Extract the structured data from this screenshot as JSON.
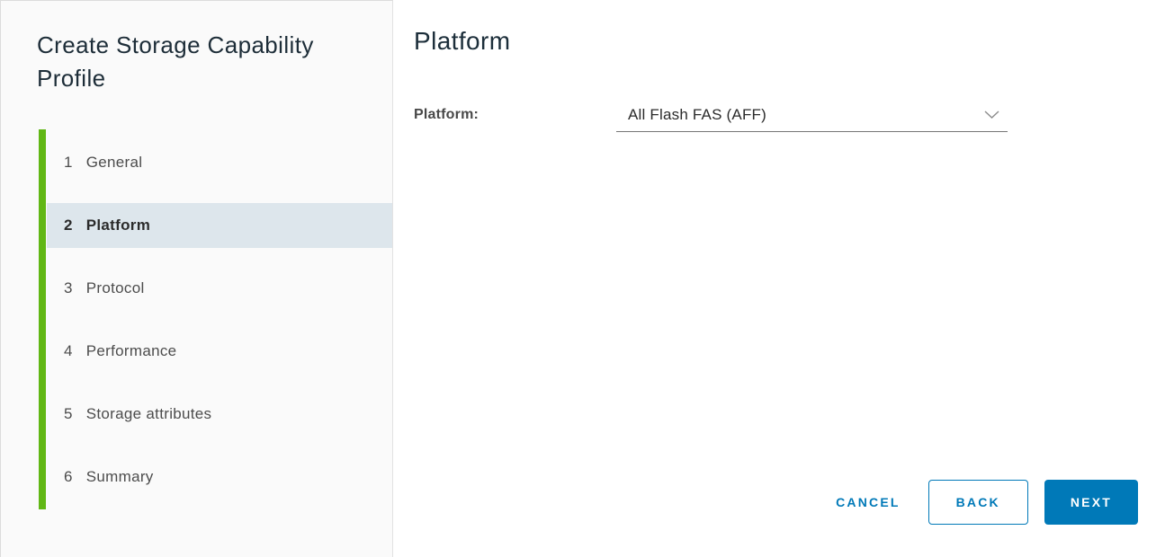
{
  "wizard": {
    "title": "Create Storage Capability Profile",
    "steps": [
      {
        "number": "1",
        "label": "General"
      },
      {
        "number": "2",
        "label": "Platform"
      },
      {
        "number": "3",
        "label": "Protocol"
      },
      {
        "number": "4",
        "label": "Performance"
      },
      {
        "number": "5",
        "label": "Storage attributes"
      },
      {
        "number": "6",
        "label": "Summary"
      }
    ],
    "active_step": "2"
  },
  "content": {
    "heading": "Platform",
    "form": {
      "platform_label": "Platform:",
      "platform_value": "All Flash FAS (AFF)"
    }
  },
  "footer": {
    "cancel_label": "CANCEL",
    "back_label": "BACK",
    "next_label": "NEXT"
  },
  "icons": {
    "select_indicator": "chevron-down-icon"
  },
  "colors": {
    "accent_blue": "#0079b8",
    "accent_green": "#61b715",
    "active_step_bg": "#dde6ec"
  }
}
